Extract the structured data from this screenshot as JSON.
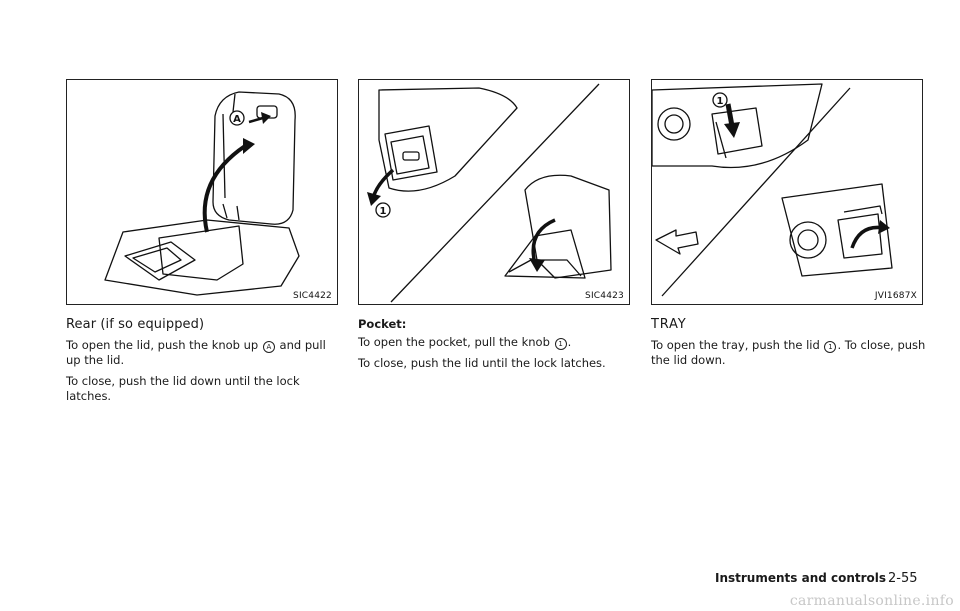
{
  "figures": [
    {
      "code": "SIC4422"
    },
    {
      "code": "SIC4423"
    },
    {
      "code": "JVI1687X"
    }
  ],
  "columns": {
    "rear": {
      "heading": "Rear (if so equipped)",
      "para1_a": "To open the lid, push the knob up",
      "para1_marker": "A",
      "para1_b": "and pull up the lid.",
      "para2": "To close, push the lid down until the lock latches."
    },
    "pocket": {
      "subheading": "Pocket:",
      "para1_a": "To open the pocket, pull the knob",
      "para1_marker": "1",
      "para1_b": ".",
      "para2": "To close, push the lid until the lock latches."
    },
    "tray": {
      "heading": "TRAY",
      "para1_a": "To open the tray, push the lid",
      "para1_marker": "1",
      "para1_b": ". To close, push the lid down."
    }
  },
  "footer": {
    "section_title": "Instruments and controls",
    "page_number": "2-55"
  },
  "watermark": "carmanualsonline.info"
}
